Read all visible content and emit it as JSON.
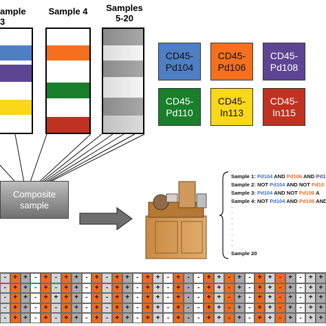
{
  "headers": {
    "sample3": "ample 3",
    "sample4": "Sample 4",
    "samples_range": "Samples\n5-20"
  },
  "colors": {
    "cd45_pd104": "#4f7fc3",
    "cd45_pd106": "#f4701e",
    "cd45_pd108": "#5e4594",
    "cd45_pd110": "#1a7f2a",
    "cd45_in113": "#f9d71a",
    "cd45_in115": "#bf3222",
    "gray_light": "#c8c8c8",
    "gray_dark": "#8a8a8a"
  },
  "tiles": [
    {
      "label": "CD45-\nPd104",
      "color": "#4f7fc3",
      "text_color": "#111111"
    },
    {
      "label": "CD45-\nPd106",
      "color": "#f4701e",
      "text_color": "#111111"
    },
    {
      "label": "CD45-\nPd108",
      "color": "#5e4594",
      "text_color": "#ffffff"
    },
    {
      "label": "CD45-\nPd110",
      "color": "#1a7f2a",
      "text_color": "#ffffff"
    },
    {
      "label": "CD45-\nIn113",
      "color": "#f9d71a",
      "text_color": "#111111"
    },
    {
      "label": "CD45-\nIn115",
      "color": "#bf3222",
      "text_color": "#ffffff"
    }
  ],
  "composite": {
    "label": "Composite\nsample"
  },
  "sample_list": [
    {
      "parts": [
        [
          "",
          "Sample 1: "
        ],
        [
          "p104",
          "Pd104"
        ],
        [
          "",
          " AND "
        ],
        [
          "p106",
          "Pd106"
        ],
        [
          "",
          " AND "
        ],
        [
          "p108",
          "Pd1"
        ]
      ]
    },
    {
      "parts": [
        [
          "",
          "Sample 2: NOT "
        ],
        [
          "p104",
          "Pd104"
        ],
        [
          "",
          " AND NOT "
        ],
        [
          "p106",
          "Pd10"
        ]
      ]
    },
    {
      "parts": [
        [
          "",
          "Sample 3: "
        ],
        [
          "p104",
          "Pd104"
        ],
        [
          "",
          " AND NOT "
        ],
        [
          "p106",
          "Pd106"
        ],
        [
          "",
          " A"
        ]
      ]
    },
    {
      "parts": [
        [
          "",
          "Sample 4: NOT "
        ],
        [
          "p104",
          "Pd104"
        ],
        [
          "",
          " AND "
        ],
        [
          "p106",
          "Pd106"
        ],
        [
          "",
          " AND"
        ]
      ]
    }
  ],
  "sample_last": "Sample 20",
  "barcode": {
    "columns": [
      {
        "bg": "#d4d4d4",
        "signs": [
          "-",
          "-",
          "-",
          "-",
          "-"
        ]
      },
      {
        "bg": "#ef6a1d",
        "signs": [
          "+",
          "+",
          "+",
          "+",
          "+"
        ]
      },
      {
        "bg": "#a9a9a9",
        "signs": [
          "+",
          "+",
          "+",
          "+",
          "+"
        ]
      },
      {
        "bg": "#ffffff",
        "signs": [
          "-",
          "-",
          "-",
          "-",
          "-"
        ]
      },
      {
        "bg": "#ef6a1d",
        "signs": [
          "+",
          "+",
          "+",
          "+",
          "+"
        ]
      },
      {
        "bg": "#d4d4d4",
        "signs": [
          "-",
          "-",
          "+",
          "-",
          "-"
        ]
      },
      {
        "bg": "#ef6a1d",
        "signs": [
          "+",
          "+",
          "+",
          "+",
          "+"
        ]
      },
      {
        "bg": "#a9a9a9",
        "signs": [
          "+",
          "+",
          "+",
          "+",
          "+"
        ]
      },
      {
        "bg": "#ffffff",
        "signs": [
          "-",
          "-",
          "-",
          "-",
          "-"
        ]
      },
      {
        "bg": "#ef6a1d",
        "signs": [
          "+",
          "+",
          "+",
          "+",
          "+"
        ]
      },
      {
        "bg": "#d4d4d4",
        "signs": [
          "-",
          "-",
          "-",
          "-",
          "-"
        ]
      },
      {
        "bg": "#ef6a1d",
        "signs": [
          "+",
          "+",
          "+",
          "+",
          "+"
        ]
      },
      {
        "bg": "#a9a9a9",
        "signs": [
          "+",
          "+",
          "+",
          "+",
          "+"
        ]
      },
      {
        "bg": "#ffffff",
        "signs": [
          "-",
          "-",
          "-",
          "-",
          "-"
        ]
      },
      {
        "bg": "#ef6a1d",
        "signs": [
          "+",
          "+",
          "+",
          "+",
          "+"
        ]
      },
      {
        "bg": "#d4d4d4",
        "signs": [
          "+",
          "+",
          "+",
          "+",
          "+"
        ]
      },
      {
        "bg": "#ffffff",
        "signs": [
          "-",
          "-",
          "-",
          "-",
          "-"
        ]
      },
      {
        "bg": "#ef6a1d",
        "signs": [
          "+",
          "+",
          "+",
          "+",
          "+"
        ]
      },
      {
        "bg": "#a9a9a9",
        "signs": [
          "-",
          "-",
          "-",
          "-",
          "-"
        ]
      },
      {
        "bg": "#ffffff",
        "signs": [
          "-",
          "-",
          "-",
          "-",
          "-"
        ]
      },
      {
        "bg": "#ef6a1d",
        "signs": [
          "+",
          "+",
          "+",
          "+",
          "+"
        ]
      },
      {
        "bg": "#d4d4d4",
        "signs": [
          "+",
          "+",
          "+",
          "+",
          "+"
        ]
      },
      {
        "bg": "#ef6a1d",
        "signs": [
          "-",
          "-",
          "-",
          "-",
          "-"
        ]
      },
      {
        "bg": "#a9a9a9",
        "signs": [
          "+",
          "+",
          "+",
          "+",
          "+"
        ]
      },
      {
        "bg": "#ffffff",
        "signs": [
          "-",
          "-",
          "-",
          "-",
          "-"
        ]
      },
      {
        "bg": "#ef6a1d",
        "signs": [
          "+",
          "+",
          "+",
          "+",
          "+"
        ]
      },
      {
        "bg": "#d4d4d4",
        "signs": [
          "+",
          "+",
          "+",
          "+",
          "+"
        ]
      },
      {
        "bg": "#ef6a1d",
        "signs": [
          "-",
          "-",
          "-",
          "-",
          "-"
        ]
      },
      {
        "bg": "#a9a9a9",
        "signs": [
          "+",
          "+",
          "+",
          "+",
          "+"
        ]
      },
      {
        "bg": "#ffffff",
        "signs": [
          "-",
          "-",
          "-",
          "-",
          "-"
        ]
      },
      {
        "bg": "#d4d4d4",
        "signs": [
          "+",
          "+",
          "+",
          "+",
          "+"
        ]
      },
      {
        "bg": "#a9a9a9",
        "signs": [
          "+",
          "+",
          "+",
          "+",
          "+"
        ]
      }
    ]
  }
}
